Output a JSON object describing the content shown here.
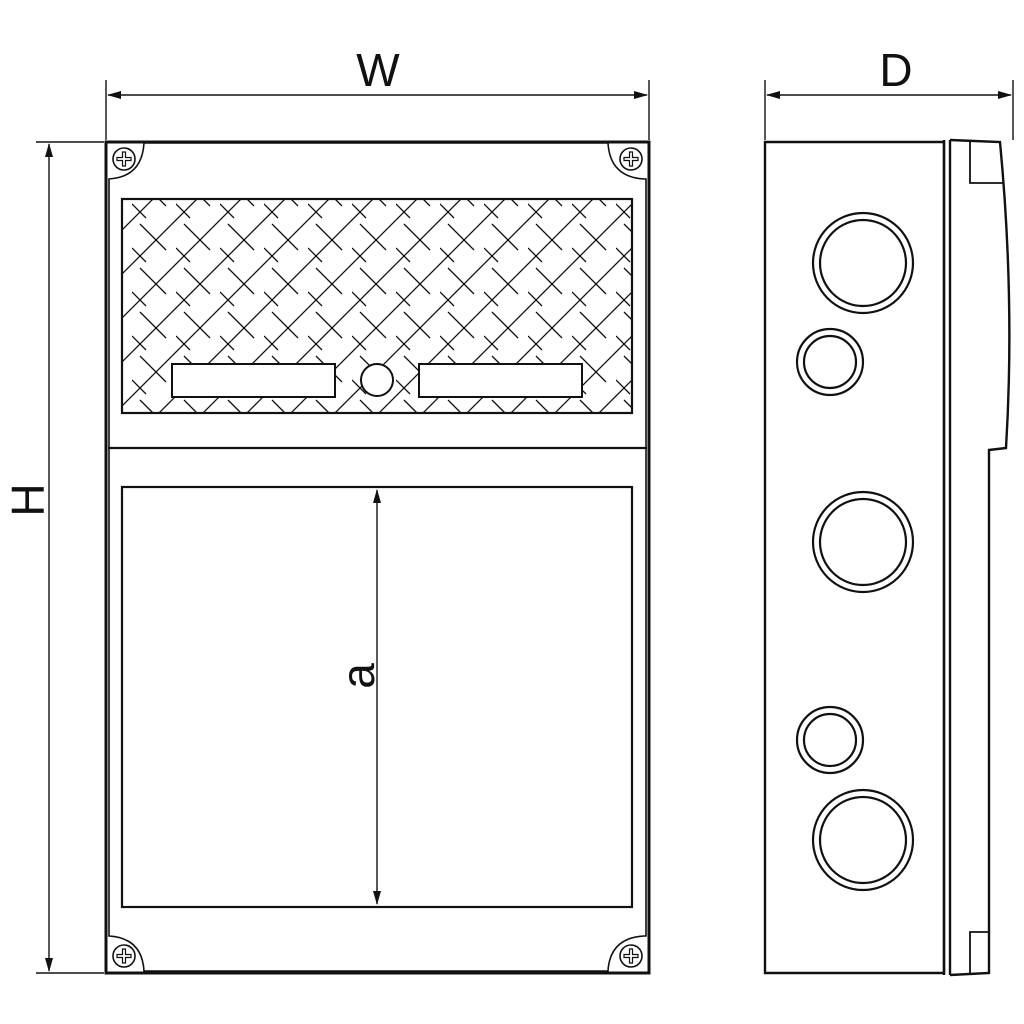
{
  "dimensions": {
    "width_label": "W",
    "height_label": "H",
    "depth_label": "D",
    "inner_height_label": "a"
  },
  "colors": {
    "line": "#111111",
    "background": "#ffffff"
  },
  "icons": {
    "corner_screw": "phillips-screw-icon"
  }
}
